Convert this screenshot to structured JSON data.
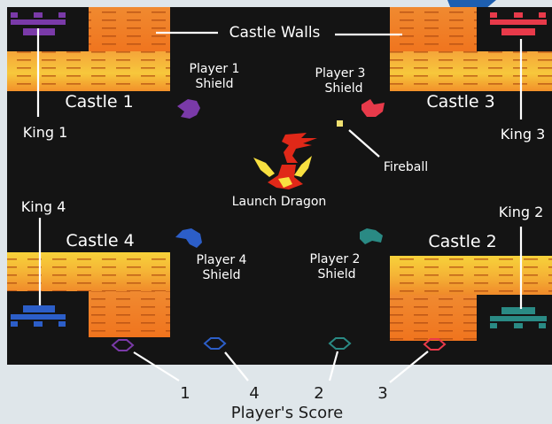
{
  "labels": {
    "castle_walls": "Castle Walls",
    "castle_1": "Castle 1",
    "castle_2": "Castle 2",
    "castle_3": "Castle 3",
    "castle_4": "Castle 4",
    "king_1": "King 1",
    "king_2": "King 2",
    "king_3": "King 3",
    "king_4": "King 4",
    "player_1_shield_l1": "Player 1",
    "player_1_shield_l2": "Shield",
    "player_2_shield_l1": "Player 2",
    "player_2_shield_l2": "Shield",
    "player_3_shield_l1": "Player 3",
    "player_3_shield_l2": "Shield",
    "player_4_shield_l1": "Player 4",
    "player_4_shield_l2": "Shield",
    "fireball": "Fireball",
    "launch_dragon": "Launch Dragon",
    "players_score": "Player's Score"
  },
  "scores": [
    "1",
    "4",
    "2",
    "3"
  ],
  "colors": {
    "playfield": "#141414",
    "page": "#dfe6ea",
    "player_1": "#7a3aa8",
    "player_2": "#2a8a84",
    "player_3": "#e83a4a",
    "player_4": "#2c5ec8",
    "wall_bright": "#f7d23a",
    "wall_orange": "#f08a28",
    "fireball": "#f0e070",
    "dragon_red": "#e02818",
    "dragon_yellow": "#f8e040"
  }
}
